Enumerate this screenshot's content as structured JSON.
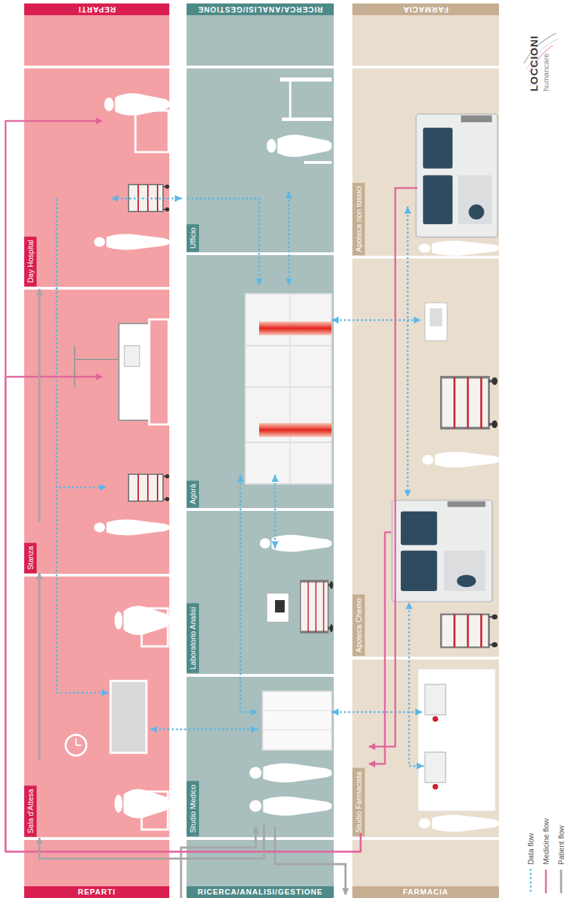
{
  "diagram": {
    "nodes": [
      {
        "text": [
          "REPARTI",
          "REPARTI"
        ]
      },
      {
        "text": [
          "RICERCA/ANALISI/GESTIONE",
          "RICERCA/ANALISI/GESTIONE"
        ]
      },
      {
        "text": [
          "FARMACIA",
          "FARMACIA"
        ]
      },
      {
        "text": [
          "Sala d'Attesa"
        ],
        "in": 0
      },
      {
        "text": [
          "Stanza"
        ],
        "in": 0
      },
      {
        "text": [
          "Day Hospital"
        ],
        "in": 0
      },
      {
        "text": [
          "Studio Medico"
        ],
        "in": 1
      },
      {
        "text": [
          "Laboratorio Analisi"
        ],
        "in": 1
      },
      {
        "text": [
          "Agorà"
        ],
        "in": 1
      },
      {
        "text": [
          "Ufficio"
        ],
        "in": 1
      },
      {
        "text": [
          "Studio Farmacista"
        ],
        "in": 2
      },
      {
        "text": [
          "Apoteca Chemo"
        ],
        "in": 2
      },
      {
        "text": [
          "Apoteca non tossici"
        ],
        "in": 2
      }
    ],
    "edges": [
      {
        "from": 9,
        "to": 5,
        "arrow": "both"
      },
      {
        "from": 9,
        "to": 8,
        "arrow": "to"
      },
      {
        "from": 9,
        "to": 8,
        "arrow": "both"
      },
      {
        "from": 5,
        "to": 4,
        "arrow": "to"
      },
      {
        "from": 5,
        "to": 3,
        "arrow": "to"
      },
      {
        "from": 8,
        "to": 11,
        "arrow": "both"
      },
      {
        "from": 12,
        "to": 11,
        "arrow": "both"
      },
      {
        "from": 8,
        "to": 7,
        "arrow": "both"
      },
      {
        "from": 8,
        "to": 6,
        "arrow": "both"
      },
      {
        "from": 6,
        "to": 3,
        "arrow": "both"
      },
      {
        "from": 6,
        "to": 10,
        "arrow": "both"
      },
      {
        "from": 10,
        "to": 11,
        "arrow": "both"
      },
      {
        "from": 12,
        "to": 10,
        "arrow": "to"
      },
      {
        "from": 11,
        "to": 10,
        "arrow": "to"
      },
      {
        "from": 10,
        "to": 5,
        "arrow": "to"
      },
      {
        "from": 10,
        "to": 4,
        "arrow": "to"
      },
      {
        "from": 6,
        "to": 3,
        "arrow": "to"
      },
      {
        "from": 3,
        "to": 4,
        "arrow": "to"
      },
      {
        "from": 4,
        "to": 5,
        "arrow": "to"
      }
    ],
    "labels": [
      "LOCCIONI",
      "humancare"
    ],
    "legend": [
      {
        "text": "Data flow"
      },
      {
        "text": "Medicine flow"
      },
      {
        "text": "Patient flow"
      }
    ]
  }
}
